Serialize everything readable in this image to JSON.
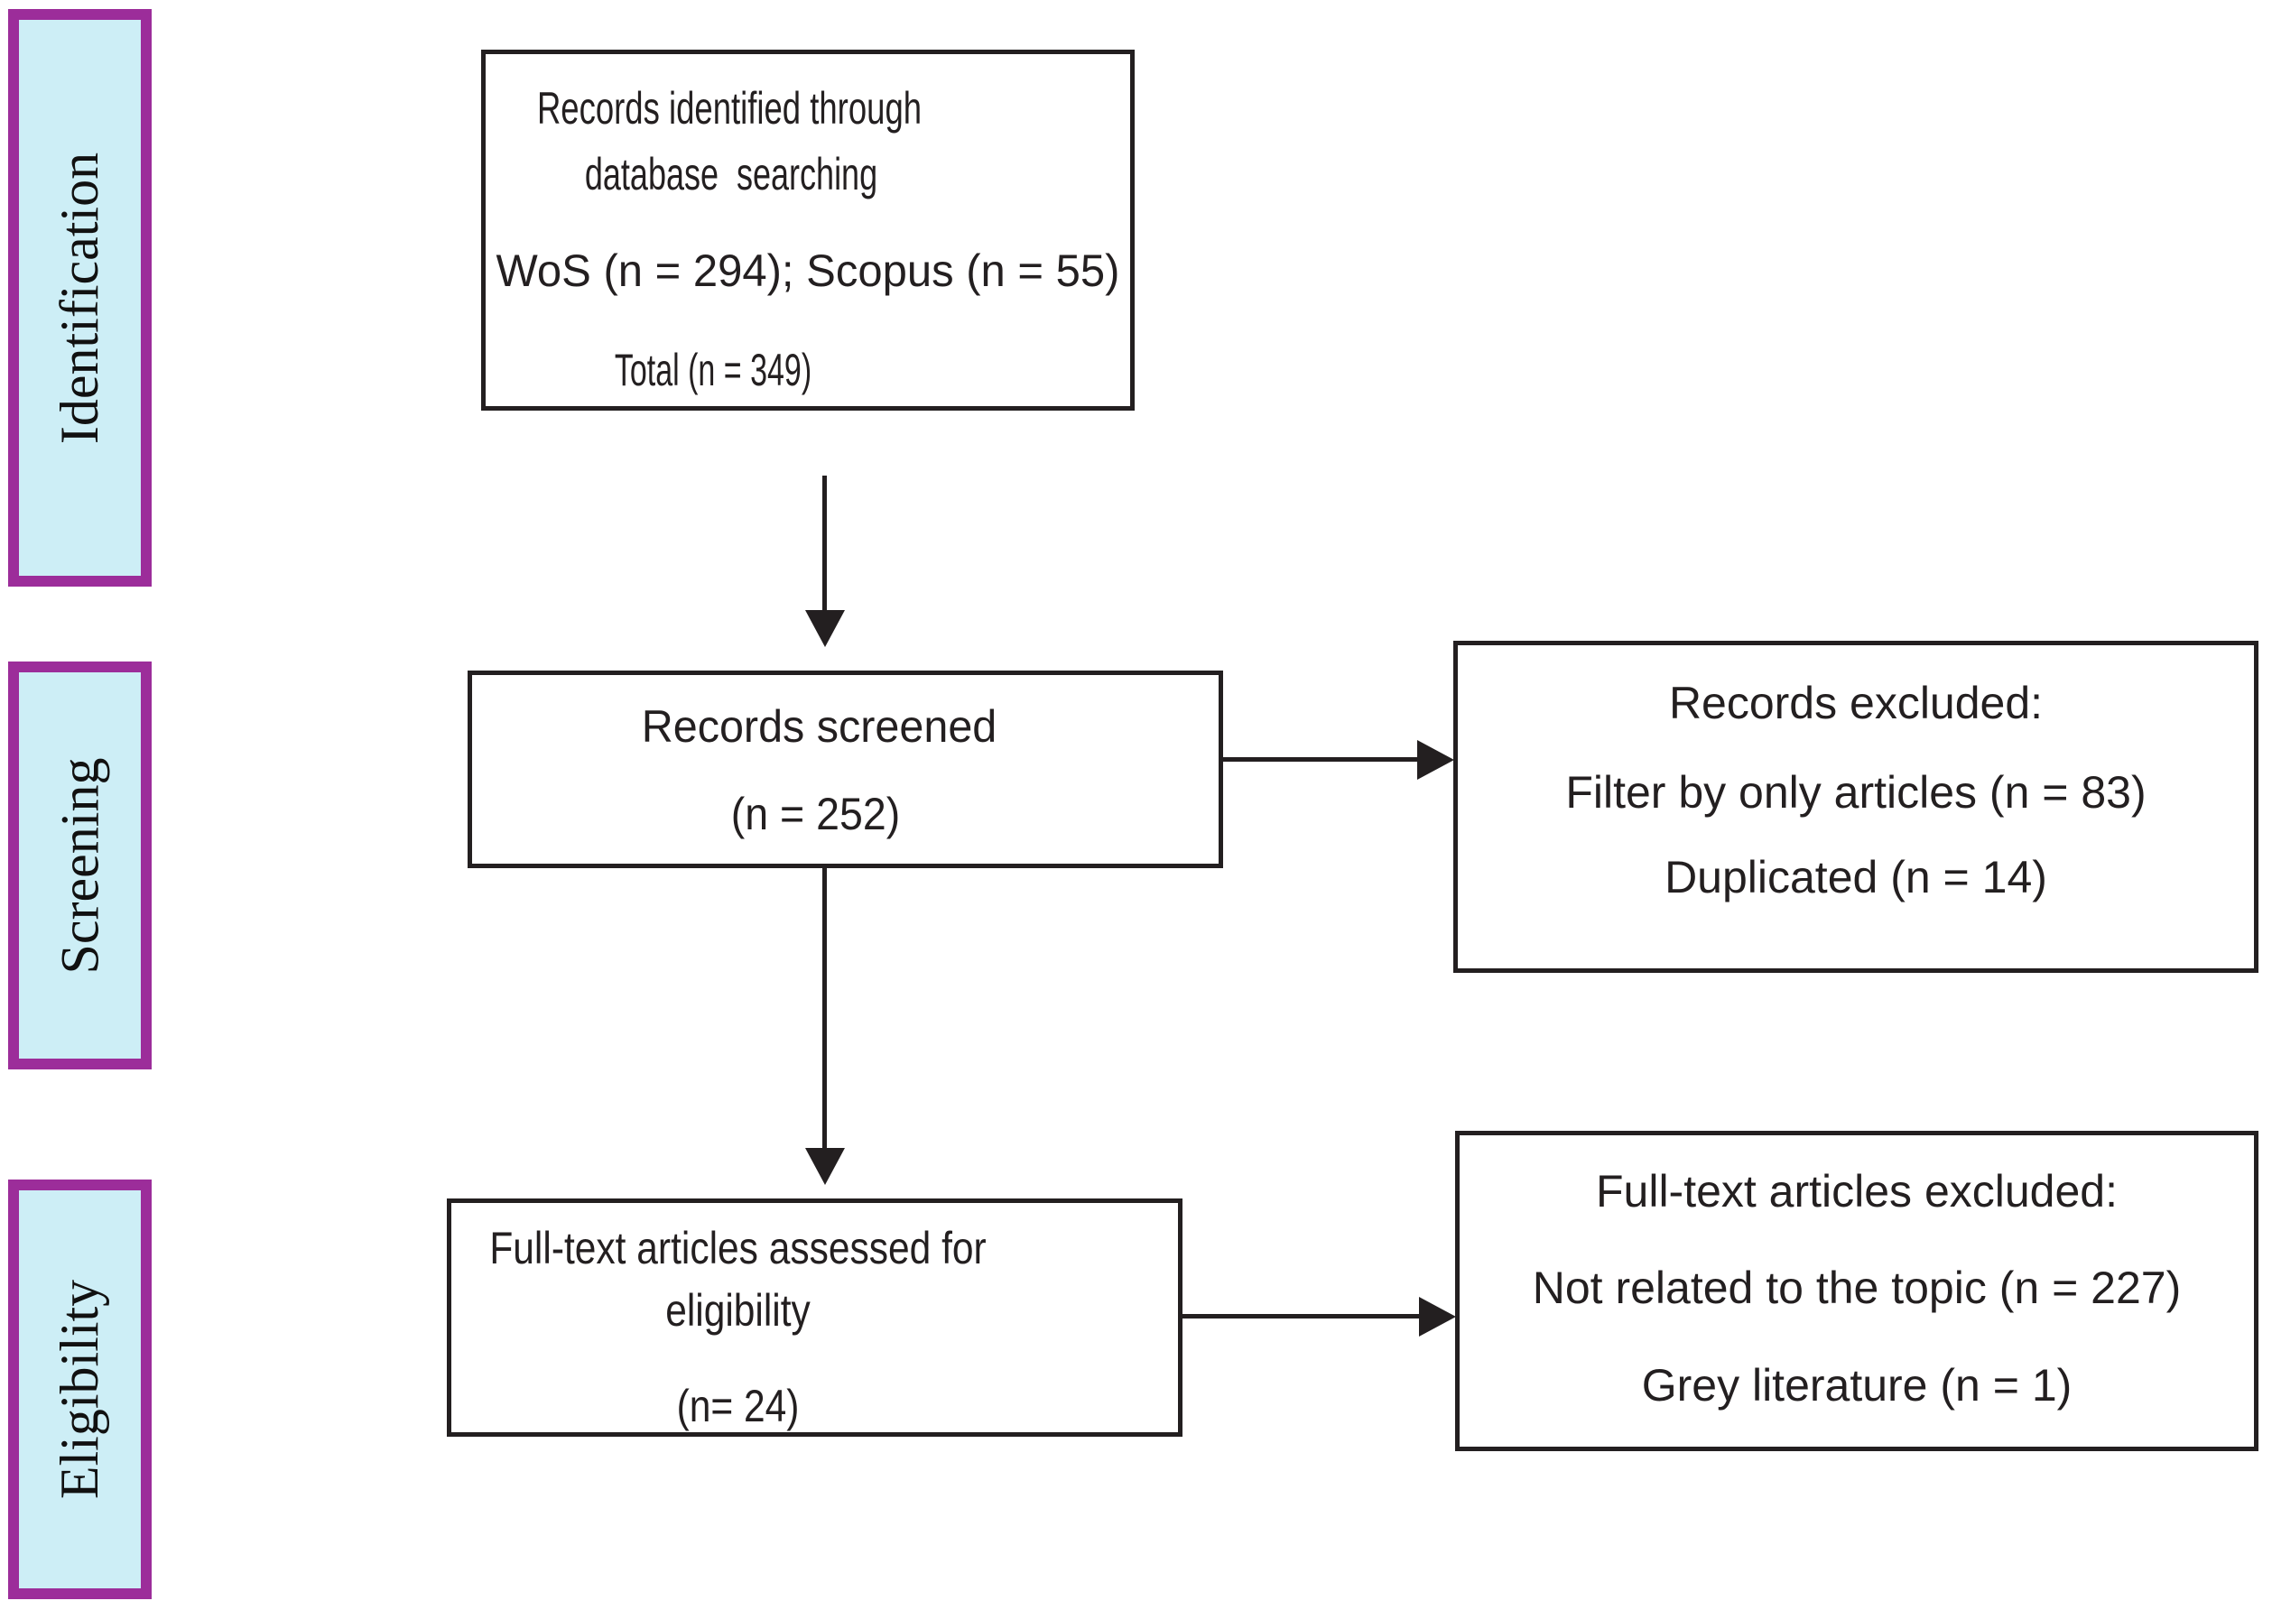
{
  "colors": {
    "stage_fill": "#cdeef6",
    "stage_border": "#9c2d9a",
    "ink": "#231f20",
    "background": "#ffffff"
  },
  "stages": [
    {
      "label": "Identification"
    },
    {
      "label": "Screening"
    },
    {
      "label": "Eligibility"
    }
  ],
  "boxes": {
    "identified": {
      "lines": [
        "Records identified through",
        "database  searching",
        "WoS (n = 294); Scopus (n = 55)",
        "Total (n = 349)"
      ]
    },
    "screened": {
      "lines": [
        "Records screened",
        "(n = 252)"
      ]
    },
    "records_excluded": {
      "lines": [
        "Records excluded:",
        "Filter by only articles (n = 83)",
        "Duplicated (n = 14)"
      ]
    },
    "fulltext_assessed": {
      "lines": [
        "Full-text articles assessed for",
        "eligibility",
        "(n= 24)"
      ]
    },
    "fulltext_excluded": {
      "lines": [
        "Full-text articles excluded:",
        "Not related to the topic (n = 227)",
        "Grey literature (n = 1)"
      ]
    }
  }
}
